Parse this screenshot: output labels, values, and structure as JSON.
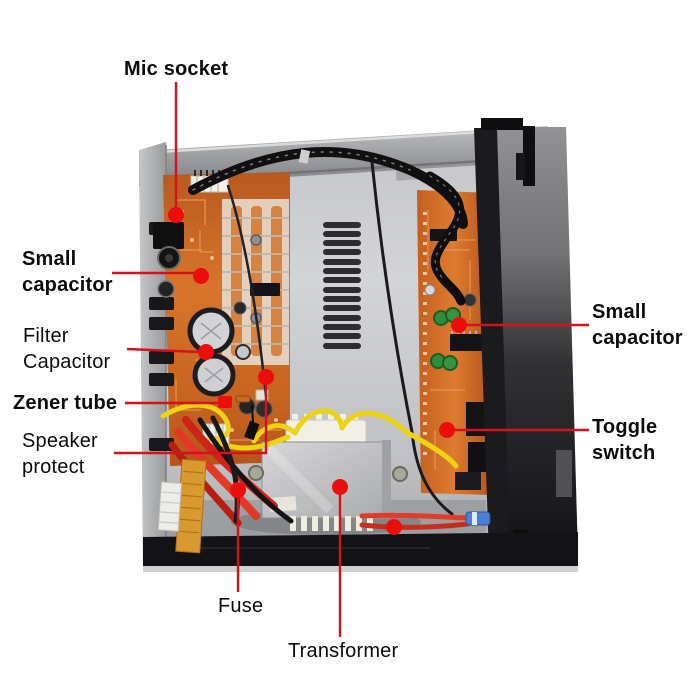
{
  "figure": {
    "type": "annotated-diagram",
    "subject": "Audio amplifier internal components, top view with callouts",
    "background_color": "#ffffff",
    "annotation_line_color": "#d8101d",
    "annotation_dot_color": "#ee0d0d"
  },
  "callouts": {
    "mic_socket": {
      "label": "Mic socket"
    },
    "small_capacitor_left": {
      "label": "Small\ncapacitor"
    },
    "filter_capacitor": {
      "label": "Filter\nCapacitor"
    },
    "zener_tube": {
      "label": "Zener tube"
    },
    "speaker_protect": {
      "label": "Speaker\nprotect"
    },
    "small_capacitor_right": {
      "label": "Small\ncapacitor"
    },
    "toggle_switch": {
      "label": "Toggle\nswitch"
    },
    "fuse": {
      "label": "Fuse"
    },
    "transformer": {
      "label": "Transformer"
    }
  }
}
